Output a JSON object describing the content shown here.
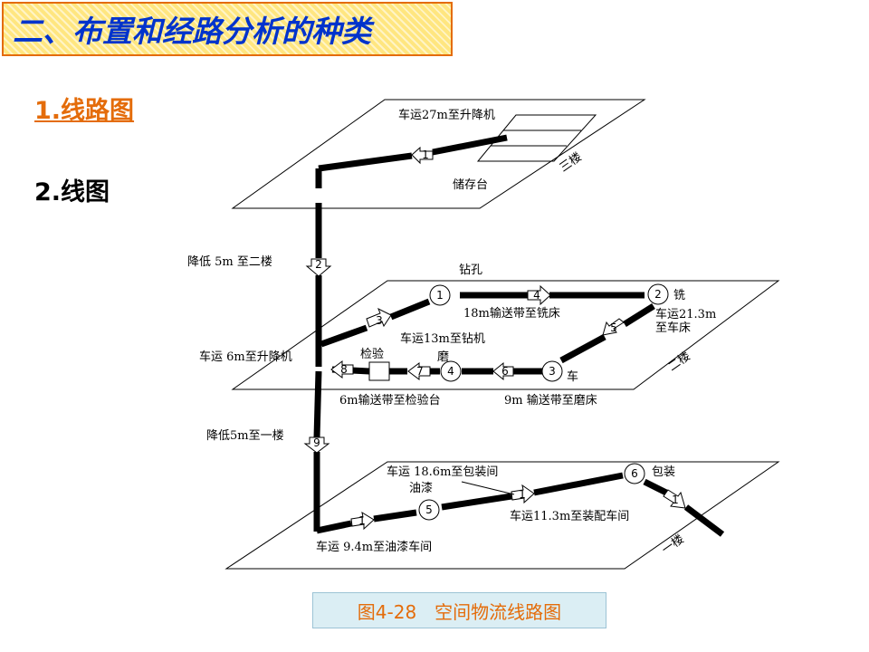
{
  "slide": {
    "title": "二、布置和经路分析的种类",
    "item1": "1.线路图",
    "item2": "2.线图",
    "caption": "图4-28　空间物流线路图"
  },
  "diagram": {
    "floor3_label": "三楼",
    "floor2_label": "二楼",
    "floor1_label": "一楼",
    "move_27m": "车运27m至升降机",
    "storage": "储存台",
    "lower_to_2": "降低 5m 至二楼",
    "drill": "钻孔",
    "mill": "铣",
    "conveyor_18m": "18m输送带至铣床",
    "move_21m": "车运21.3m",
    "to_lathe": "至车床",
    "move_13m": "车运13m至钻机",
    "move_6m": "车运 6m至升降机",
    "inspect": "检验",
    "grind": "磨",
    "lathe": "车",
    "conveyor_6m": "6m输送带至检验台",
    "conveyor_9m": "9m 输送带至磨床",
    "lower_to_1": "降低5m至一楼",
    "move_18m": "车运 18.6m至包装间",
    "paint": "油漆",
    "pack": "包装",
    "move_11m": "车运11.3m至装配车间",
    "move_9m": "车运 9.4m至油漆车间",
    "n1": "1",
    "n2": "2",
    "n3": "3",
    "n4": "4",
    "n5": "5",
    "n6": "6",
    "n7": "7",
    "n8": "8",
    "n9": "9"
  }
}
